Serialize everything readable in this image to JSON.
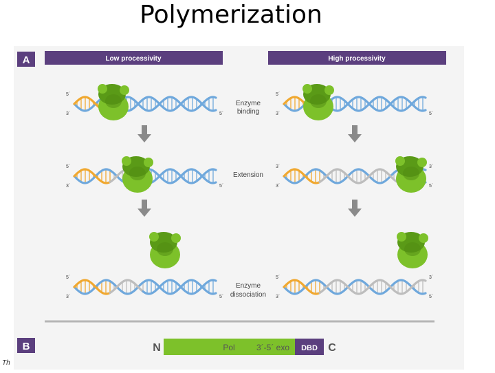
{
  "slide": {
    "title": "Polymerization",
    "footer": "Th"
  },
  "panel_a": {
    "label": "A",
    "left_header": "Low processivity",
    "right_header": "High processivity",
    "steps": [
      {
        "label_line1": "Enzyme",
        "label_line2": "binding"
      },
      {
        "label_line1": "Extension",
        "label_line2": ""
      },
      {
        "label_line1": "Enzyme",
        "label_line2": "dissociation"
      }
    ],
    "strand_ends": {
      "five_prime": "5´",
      "three_prime": "3´"
    }
  },
  "panel_b": {
    "label": "B",
    "n_terminus": "N",
    "c_terminus": "C",
    "domains": [
      {
        "name": "Pol"
      },
      {
        "name": "3´-5´ exo"
      },
      {
        "name": "DBD"
      }
    ]
  },
  "colors": {
    "header_purple": "#5b3f7e",
    "dna_blue": "#6fa8dc",
    "primer_orange": "#f0a830",
    "new_strand_gray": "#bdbdbd",
    "enzyme_green": "#7dc12a",
    "enzyme_dark_green": "#5a9a17",
    "arrow_gray": "#8a8a8a",
    "pol_bar_green": "#7dc12a",
    "dbd_purple": "#5b3f7e"
  }
}
